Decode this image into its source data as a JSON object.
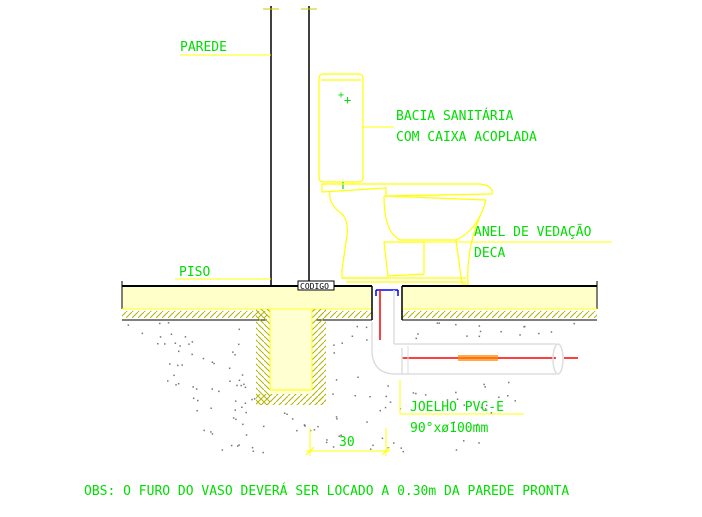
{
  "labels": {
    "parede": "PAREDE",
    "bacia_line1": "BACIA SANITÁRIA",
    "bacia_line2": "COM CAIXA ACOPLADA",
    "anel_line1": "ANEL DE VEDAÇÃO",
    "anel_line2": "DECA",
    "piso": "PISO",
    "joelho_line1": "JOELHO PVC-E",
    "joelho_line2": "90°xø100mm",
    "dimension": "30",
    "codigo": "CODIGO",
    "note": "OBS: O FURO DO VASO DEVERÁ SER LOCADO A 0.30m DA PAREDE PRONTA"
  },
  "colors": {
    "background": "#ffffff",
    "label": "#00dd00",
    "fixture": "#ffff00",
    "wall": "#000000",
    "pipe_red": "#ff0000",
    "pipe_white": "#cccccc",
    "flange_blue": "#0000ff",
    "hatch": "#888800"
  }
}
